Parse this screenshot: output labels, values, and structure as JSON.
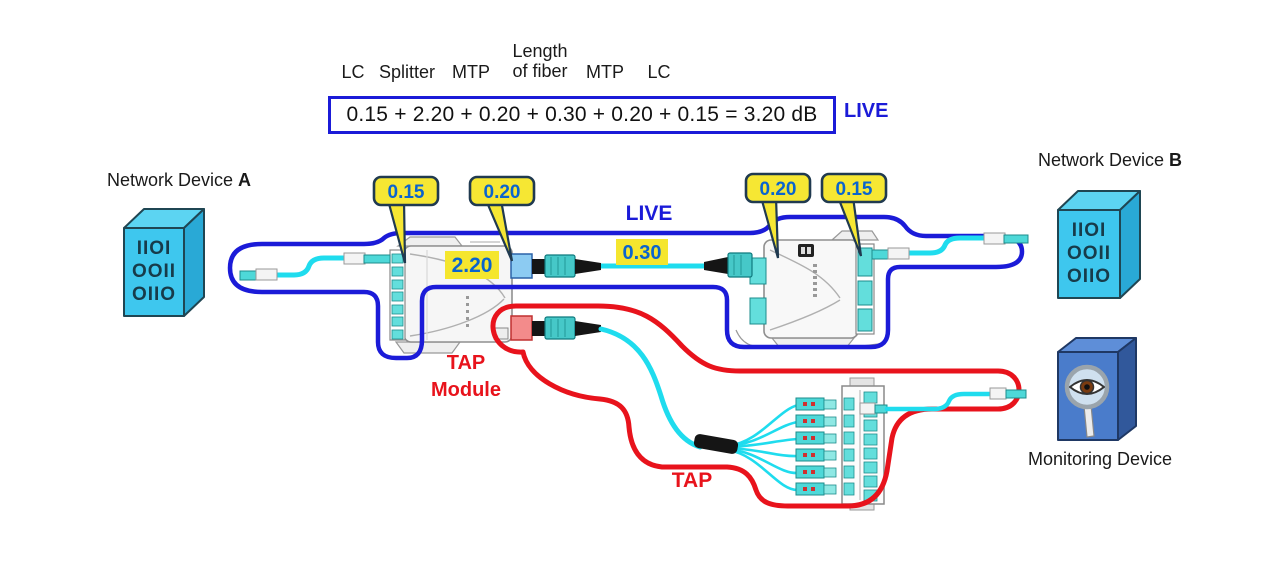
{
  "header": {
    "labels": {
      "lc_left": "LC",
      "splitter": "Splitter",
      "mtp_left": "MTP",
      "length_line1": "Length",
      "length_line2": "of fiber",
      "mtp_right": "MTP",
      "lc_right": "LC"
    },
    "formula": "0.15 + 2.20 + 0.20 + 0.30 + 0.20 + 0.15 = 3.20 dB",
    "result_label": "LIVE"
  },
  "callouts": {
    "lc_left": "0.15",
    "mtp_left": "0.20",
    "mtp_right": "0.20",
    "lc_right": "0.15",
    "splitter_loss": "2.20",
    "fiber_loss": "0.30"
  },
  "paths": {
    "live": "LIVE",
    "tap": "TAP"
  },
  "tap_module": {
    "line1": "TAP",
    "line2": "Module"
  },
  "devices": {
    "a": {
      "prefix": "Network Device ",
      "suffix": "A",
      "screen": [
        "IIOI",
        "OOII",
        "OIIO"
      ]
    },
    "b": {
      "prefix": "Network Device ",
      "suffix": "B",
      "screen": [
        "IIOI",
        "OOII",
        "OIIO"
      ]
    },
    "monitoring": {
      "label": "Monitoring Device"
    }
  },
  "colors": {
    "live_path": "#1b1bd8",
    "tap_path": "#e8131c",
    "fiber": "#1fdcee",
    "highlight_yellow": "#f5e62e",
    "callout_yellow": "#f6e733",
    "callout_text_blue": "#0a64ce",
    "device_cyan": "#3ec7ee",
    "monitor_blue": "#4a7ccb"
  }
}
